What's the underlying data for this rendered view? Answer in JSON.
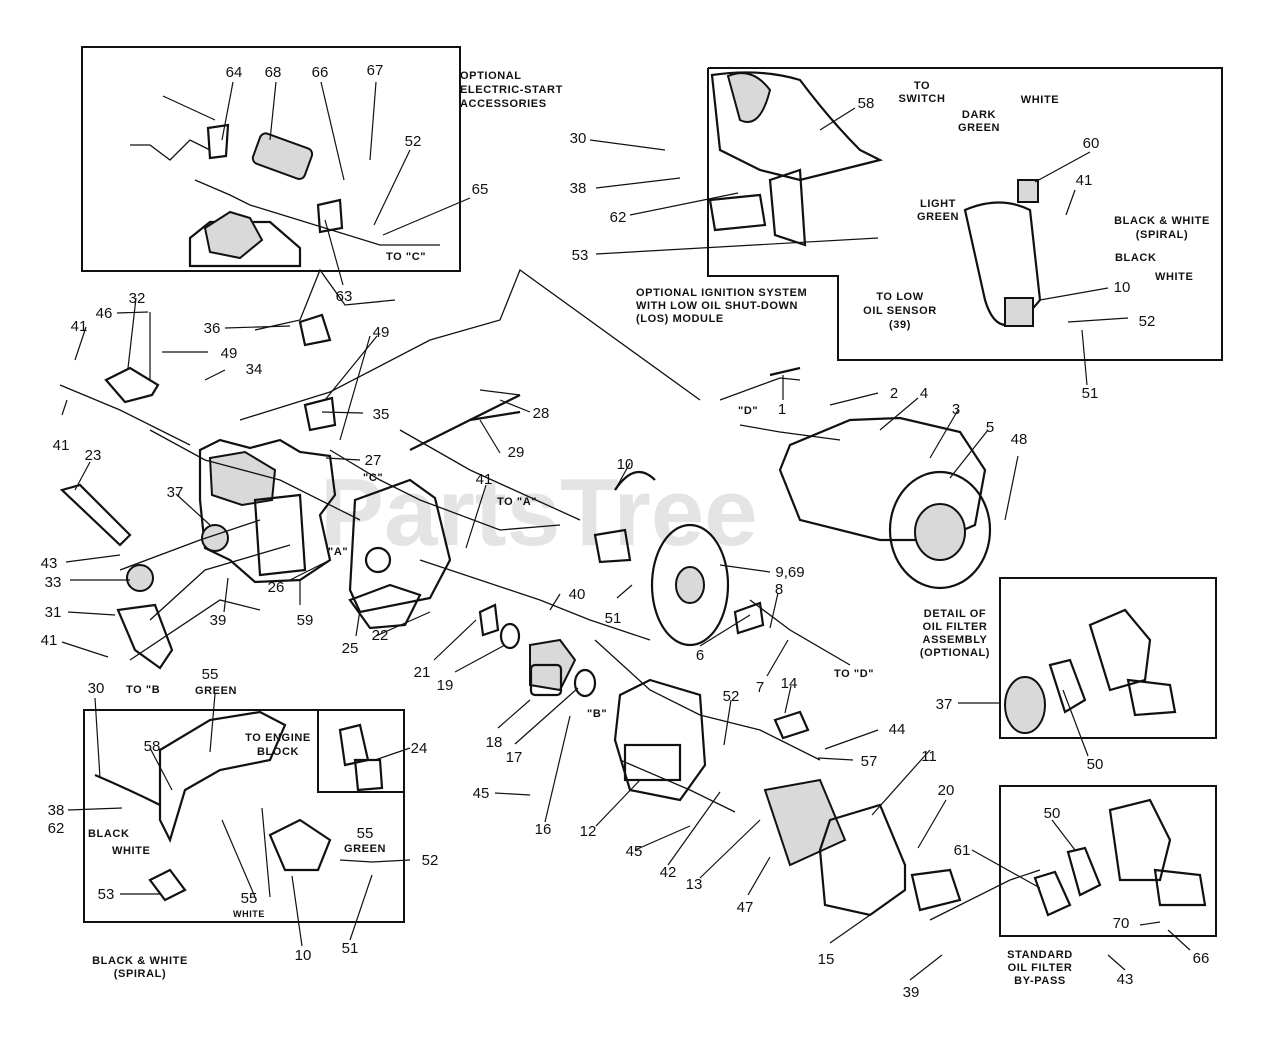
{
  "watermark": "PartsTree",
  "insets": {
    "electric_start": [
      "OPTIONAL",
      "ELECTRIC-START",
      "ACCESSORIES"
    ],
    "ignition_system": [
      "OPTIONAL IGNITION SYSTEM",
      "WITH LOW OIL SHUT-DOWN",
      "(LOS) MODULE"
    ],
    "oil_filter_detail": [
      "DETAIL OF",
      "OIL FILTER",
      "ASSEMBLY",
      "(OPTIONAL)"
    ],
    "oil_filter_bypass": [
      "STANDARD",
      "OIL FILTER",
      "BY-PASS"
    ]
  },
  "wire_labels": {
    "to_switch": [
      "TO",
      "SWITCH"
    ],
    "white": "WHITE",
    "dark_green": [
      "DARK",
      "GREEN"
    ],
    "light_green": [
      "LIGHT",
      "GREEN"
    ],
    "black_white_spiral": [
      "BLACK & WHITE",
      "(SPIRAL)"
    ],
    "black": "BLACK",
    "white_2": "WHITE",
    "to_low_oil_sensor": [
      "TO LOW",
      "OIL SENSOR",
      "(39)"
    ],
    "green": "GREEN",
    "to_engine_block": [
      "TO ENGINE",
      "BLOCK"
    ],
    "green_2": "GREEN",
    "black_left": "BLACK",
    "white_left": "WHITE",
    "black_white_spiral_left": [
      "BLACK & WHITE",
      "(SPIRAL)"
    ],
    "white_55": "WHITE"
  },
  "refs": {
    "to_c": "TO \"C\"",
    "d_mark": "\"D\"",
    "c_mark": "\"C\"",
    "a_mark": "\"A\"",
    "b_mark": "\"B\"",
    "to_a": "TO \"A\"",
    "to_d": "TO \"D\"",
    "to_b": "TO \"B"
  },
  "callouts": [
    "64",
    "68",
    "66",
    "67",
    "52",
    "65",
    "63",
    "30",
    "38",
    "62",
    "53",
    "58",
    "60",
    "41",
    "10",
    "52",
    "51",
    "32",
    "46",
    "41",
    "49",
    "36",
    "34",
    "49",
    "35",
    "27",
    "28",
    "29",
    "1",
    "2",
    "4",
    "3",
    "5",
    "48",
    "41",
    "23",
    "37",
    "43",
    "33",
    "26",
    "59",
    "39",
    "31",
    "41",
    "25",
    "22",
    "10",
    "41",
    "51",
    "9,69",
    "8",
    "6",
    "7",
    "40",
    "21",
    "19",
    "18",
    "17",
    "14",
    "44",
    "57",
    "52",
    "11",
    "20",
    "45",
    "16",
    "12",
    "45",
    "42",
    "13",
    "47",
    "15",
    "39",
    "37",
    "50",
    "50",
    "61",
    "70",
    "66",
    "43",
    "30",
    "55",
    "58",
    "24",
    "38",
    "62",
    "55",
    "52",
    "53",
    "55",
    "10",
    "51"
  ]
}
